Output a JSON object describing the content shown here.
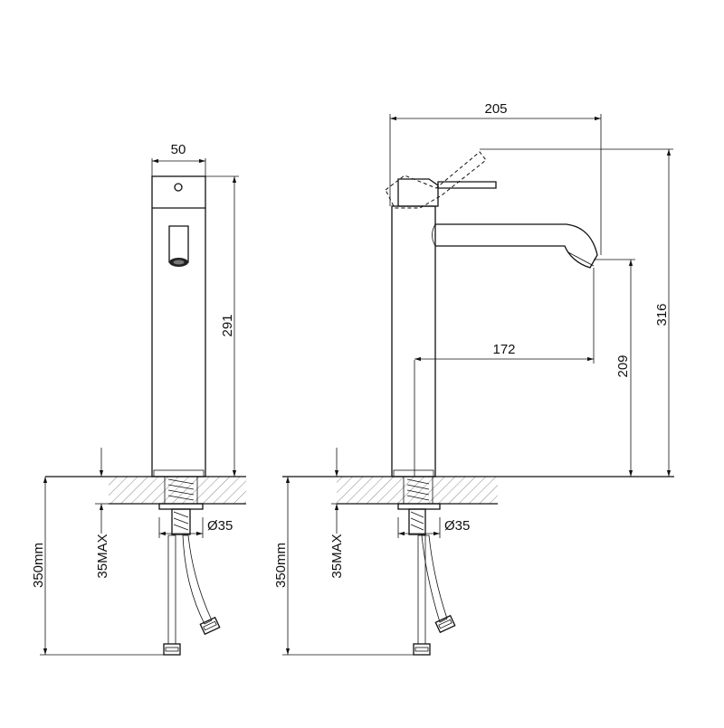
{
  "drawing": {
    "front_view": {
      "width_label": "50",
      "height_label": "291",
      "hose_length_label": "350mm",
      "max_thickness_label": "35MAX",
      "hole_diameter_label": "Ø35"
    },
    "side_view": {
      "overall_width_label": "205",
      "spout_reach_label": "172",
      "spout_height_label": "209",
      "overall_height_label": "316",
      "hose_length_label": "350mm",
      "max_thickness_label": "35MAX",
      "hole_diameter_label": "Ø35"
    }
  }
}
